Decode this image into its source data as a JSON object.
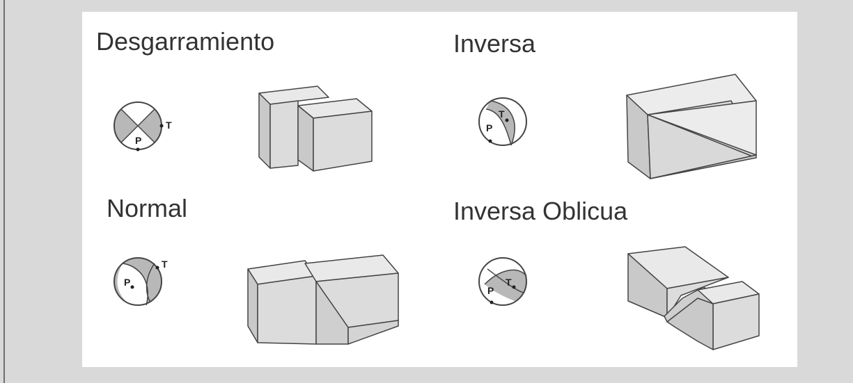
{
  "diagram": {
    "panels": [
      {
        "title": "Desgarramiento",
        "beachball": {
          "labels": [
            "T",
            "P"
          ]
        }
      },
      {
        "title": "Inversa",
        "beachball": {
          "labels": [
            "T",
            "P"
          ]
        }
      },
      {
        "title": "Normal",
        "beachball": {
          "labels": [
            "T",
            "P"
          ]
        }
      },
      {
        "title": "Inversa Oblicua",
        "beachball": {
          "labels": [
            "T",
            "P"
          ]
        }
      }
    ],
    "colors": {
      "background": "#d9d9d9",
      "panel": "#ffffff",
      "shade": "#b8b8b8",
      "block_top": "#e9e9e9",
      "block_side": "#c9c9c9",
      "block_front": "#dcdcdc",
      "line": "#444444"
    }
  }
}
